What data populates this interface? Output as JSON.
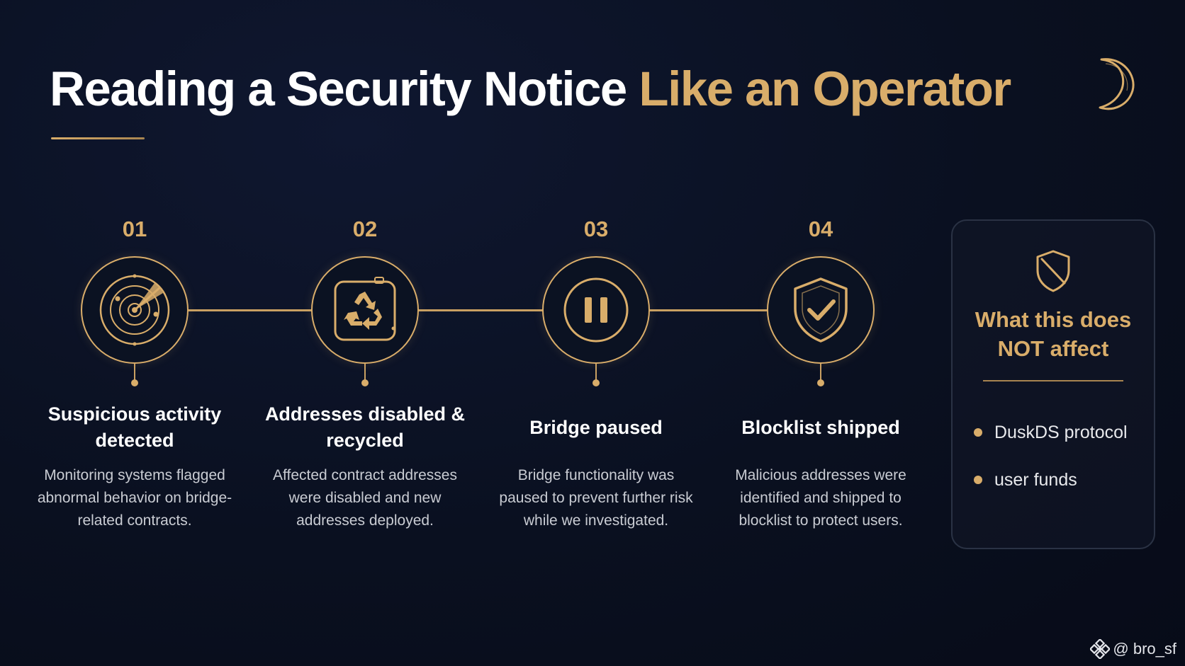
{
  "header": {
    "title_part1": "Reading a Security Notice",
    "title_part2": "Like an Operator",
    "corner_icon": "crescent-moon-icon"
  },
  "colors": {
    "background": "#0a1020",
    "accent_gold": "#d9ad6a",
    "text_primary": "#ffffff",
    "text_secondary": "#c9ccd3"
  },
  "steps": [
    {
      "number": "01",
      "title": "Suspicious activity detected",
      "description": "Monitoring systems flagged abnormal behavior on bridge-related contracts.",
      "icon": "radar-icon"
    },
    {
      "number": "02",
      "title": "Addresses disabled & recycled",
      "description": "Affected contract addresses were disabled and new addresses deployed.",
      "icon": "recycle-icon"
    },
    {
      "number": "03",
      "title": "Bridge paused",
      "description": "Bridge functionality was paused to prevent further risk while we investigated.",
      "icon": "pause-icon"
    },
    {
      "number": "04",
      "title": "Blocklist shipped",
      "description": "Malicious addresses were identified and shipped to blocklist to protect users.",
      "icon": "shield-check-icon"
    }
  ],
  "side_panel": {
    "icon": "shield-slash-icon",
    "heading_line1": "What this does",
    "heading_line2": "NOT affect",
    "items": [
      "DuskDS protocol",
      "user funds"
    ]
  },
  "watermark": {
    "icon": "binance-logo-icon",
    "handle": "@ bro_sf"
  }
}
